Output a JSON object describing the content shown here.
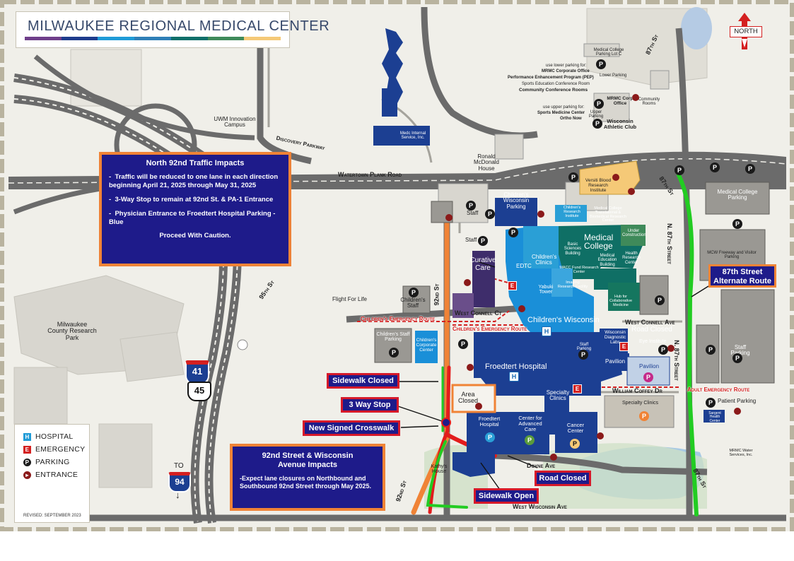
{
  "title": "MILWAUKEE REGIONAL MEDICAL CENTER",
  "title_bar_colors": [
    "#6f3f8a",
    "#1e3c8c",
    "#1f9bd7",
    "#2f7fb7",
    "#0f6f6a",
    "#3f8a5a",
    "#f5c977"
  ],
  "north_label": "NORTH",
  "colors": {
    "background": "#f0efe9",
    "road": "#6b6b6b",
    "callout_fill": "#1e1b8a",
    "callout_border": "#f08336",
    "tag_border": "#d6192a",
    "route_green": "#22cc22",
    "route_orange": "#f08336",
    "closure_red": "#e21c1c",
    "froedtert_blue": "#1c3f92",
    "childrens_blue": "#1a8fd8",
    "college_teal": "#0f6f65"
  },
  "callouts": {
    "north92": {
      "heading": "North 92nd Traffic Impacts",
      "items": [
        "Traffic will be reduced to one lane in each direction beginning April 21, 2025 through May 31, 2025",
        "3-Way Stop to remain at 92nd St. & PA-1 Entrance",
        "Physician Entrance to Froedtert Hospital Parking - Blue"
      ],
      "closing": "Proceed With Caution."
    },
    "wisconsin": {
      "heading_line1": "92nd Street & Wisconsin",
      "heading_line2": "Avenue Impacts",
      "body": "-Expect lane closures on Northbound and Southbound 92nd Street through May 2025."
    }
  },
  "tags": {
    "sidewalk_closed": "Sidewalk Closed",
    "three_way_stop": "3 Way Stop",
    "new_crosswalk": "New Signed Crosswalk",
    "road_closed": "Road Closed",
    "sidewalk_open": "Sidewalk Open",
    "area_closed_1": "Area",
    "area_closed_2": "Closed",
    "alt_route_1": "87th Street",
    "alt_route_2": "Alternate Route"
  },
  "legend": {
    "items": [
      {
        "icon": "hospital-icon",
        "letter": "H",
        "label": "HOSPITAL",
        "color": "#1f9bd7"
      },
      {
        "icon": "emergency-icon",
        "letter": "E",
        "label": "EMERGENCY",
        "color": "#d42020"
      },
      {
        "icon": "parking-icon",
        "letter": "P",
        "label": "PARKING",
        "color": "#1a1a1a"
      },
      {
        "icon": "entrance-icon",
        "letter": "",
        "label": "ENTRANCE",
        "color": "#8b1a1a"
      }
    ],
    "revised": "REVISED: SEPTEMBER 2023"
  },
  "interstate": {
    "i41": "41",
    "us45": "45",
    "to_label": "TO",
    "i94": "94"
  },
  "roads": {
    "watertown": "Watertown Plank Road",
    "discovery": "Discovery Parkway",
    "n92": "92nd St",
    "s92": "92nd St",
    "w95": "95th St",
    "n87_top": "87th St",
    "n87_mid": "87th St",
    "n87_vertical": "N. 87th Street",
    "n87_vertical_low": "N. 87th Street",
    "s87": "87th St",
    "west_connell_c": "West Connell Ct",
    "west_connell_ave": "West Connell Ave",
    "william_coffey": "William Coffey Dr",
    "doyne": "Doyne Ave",
    "west_wisconsin": "West Wisconsin Ave",
    "childrens_emergency_1": "Children's Emergency Route",
    "childrens_emergency_2": "Children's Emergency Route",
    "adult_emergency": "Adult Emergency Route"
  },
  "labels": {
    "uwm": "UWM Innovation Campus",
    "medc": "Medc Internal Service, Inc.",
    "ronald": "Ronald McDonald House",
    "mcw_lot_c": "Medical College Parking Lot C",
    "lower_parking_note_1": "use lower parking for:",
    "lower_parking_note_2": "MRMC Corporate Office",
    "lower_parking_note_3": "Performance Enhancement Program (PEP)",
    "lower_parking_note_4": "Sports Education Conference Room",
    "lower_parking_note_5": "Community Conference Rooms",
    "upper_parking_note_1": "use upper parking for:",
    "upper_parking_note_2": "Sports Medicine Center",
    "upper_parking_note_3": "Ortho Now",
    "lower_parking": "Lower Parking",
    "upper_parking": "Upper Parking",
    "mrmc_corp": "MRMC Corp Office",
    "community_rooms": "Community Rooms",
    "wisconsin_athletic": "Wisconsin Athletic Club",
    "versiti": "Versiti Blood Research Institute",
    "childrens_wi_parking": "Children's Wisconsin Parking",
    "staff": "Staff",
    "childrens_research": "Children's Research Institute",
    "mcw_translational": "Medical College Translational & Biomedical Research Center",
    "medical_college": "Medical College",
    "discovery_construction": "Under Construction",
    "basic_sciences": "Basic Sciences Building",
    "mcw_fund": "MACC Fund Research Center",
    "health_research": "Health Research Center",
    "med_ed": "Medical Education Building",
    "imaging": "Imaging Research Facility",
    "hub": "Hub for Collaborative Medicine",
    "curative": "Curative Care",
    "edtc": "EDTC",
    "childrens_clinics": "Children's Clinics",
    "yabuki": "Yabuki Tower",
    "childrens_wi": "Children's Wisconsin",
    "mcw_freeway": "MCW Freeway and Visitor Parking",
    "mcw_parking": "Medical College Parking",
    "staff_parking_right": "Staff Parking",
    "flight_for_life": "Flight For Life",
    "childrens_staff": "Children's Staff",
    "childrens_staff_parking": "Children's Staff Parking",
    "childrens_corporate": "Children's Corporate Center",
    "froedtert_hospital": "Froedtert Hospital",
    "wi_diagnostic": "Wisconsin Diagnostic Labs",
    "eye_institute": "Eye Institute",
    "road_closed_small": "Road Closed",
    "pavilion": "Pavilion",
    "pavilion_p": "Pavilion",
    "specialty_clinics": "Specialty Clinics",
    "specialty_clinics_right": "Specialty Clinics",
    "froedtert_small": "Froedtert Hospital",
    "advanced_care": "Center for Advanced Care",
    "cancer_center": "Cancer Center",
    "kathys_house": "Kathy's House",
    "patient_parking": "Patient Parking",
    "sargent": "Sargent Health Center",
    "mrmc_water": "MRMC Water Services, Inc.",
    "milwaukee_county": "Milwaukee County Research Park",
    "staff_parking_small": "Staff Parking"
  }
}
